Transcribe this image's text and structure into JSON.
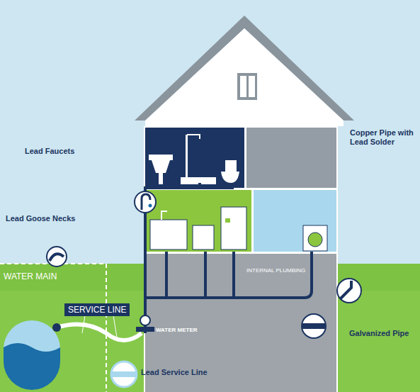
{
  "diagram": {
    "nodes": [
      {
        "text": [
          "SERVICE LINE"
        ]
      }
    ],
    "labels": [
      "Lead Faucets",
      "Lead Goose Necks",
      "WATER MAIN",
      "WATER METER",
      "INTERNAL PLUMBING",
      "Copper Pipe with Lead Solder",
      "Galvanized Pipe",
      "Lead Service Line"
    ]
  }
}
